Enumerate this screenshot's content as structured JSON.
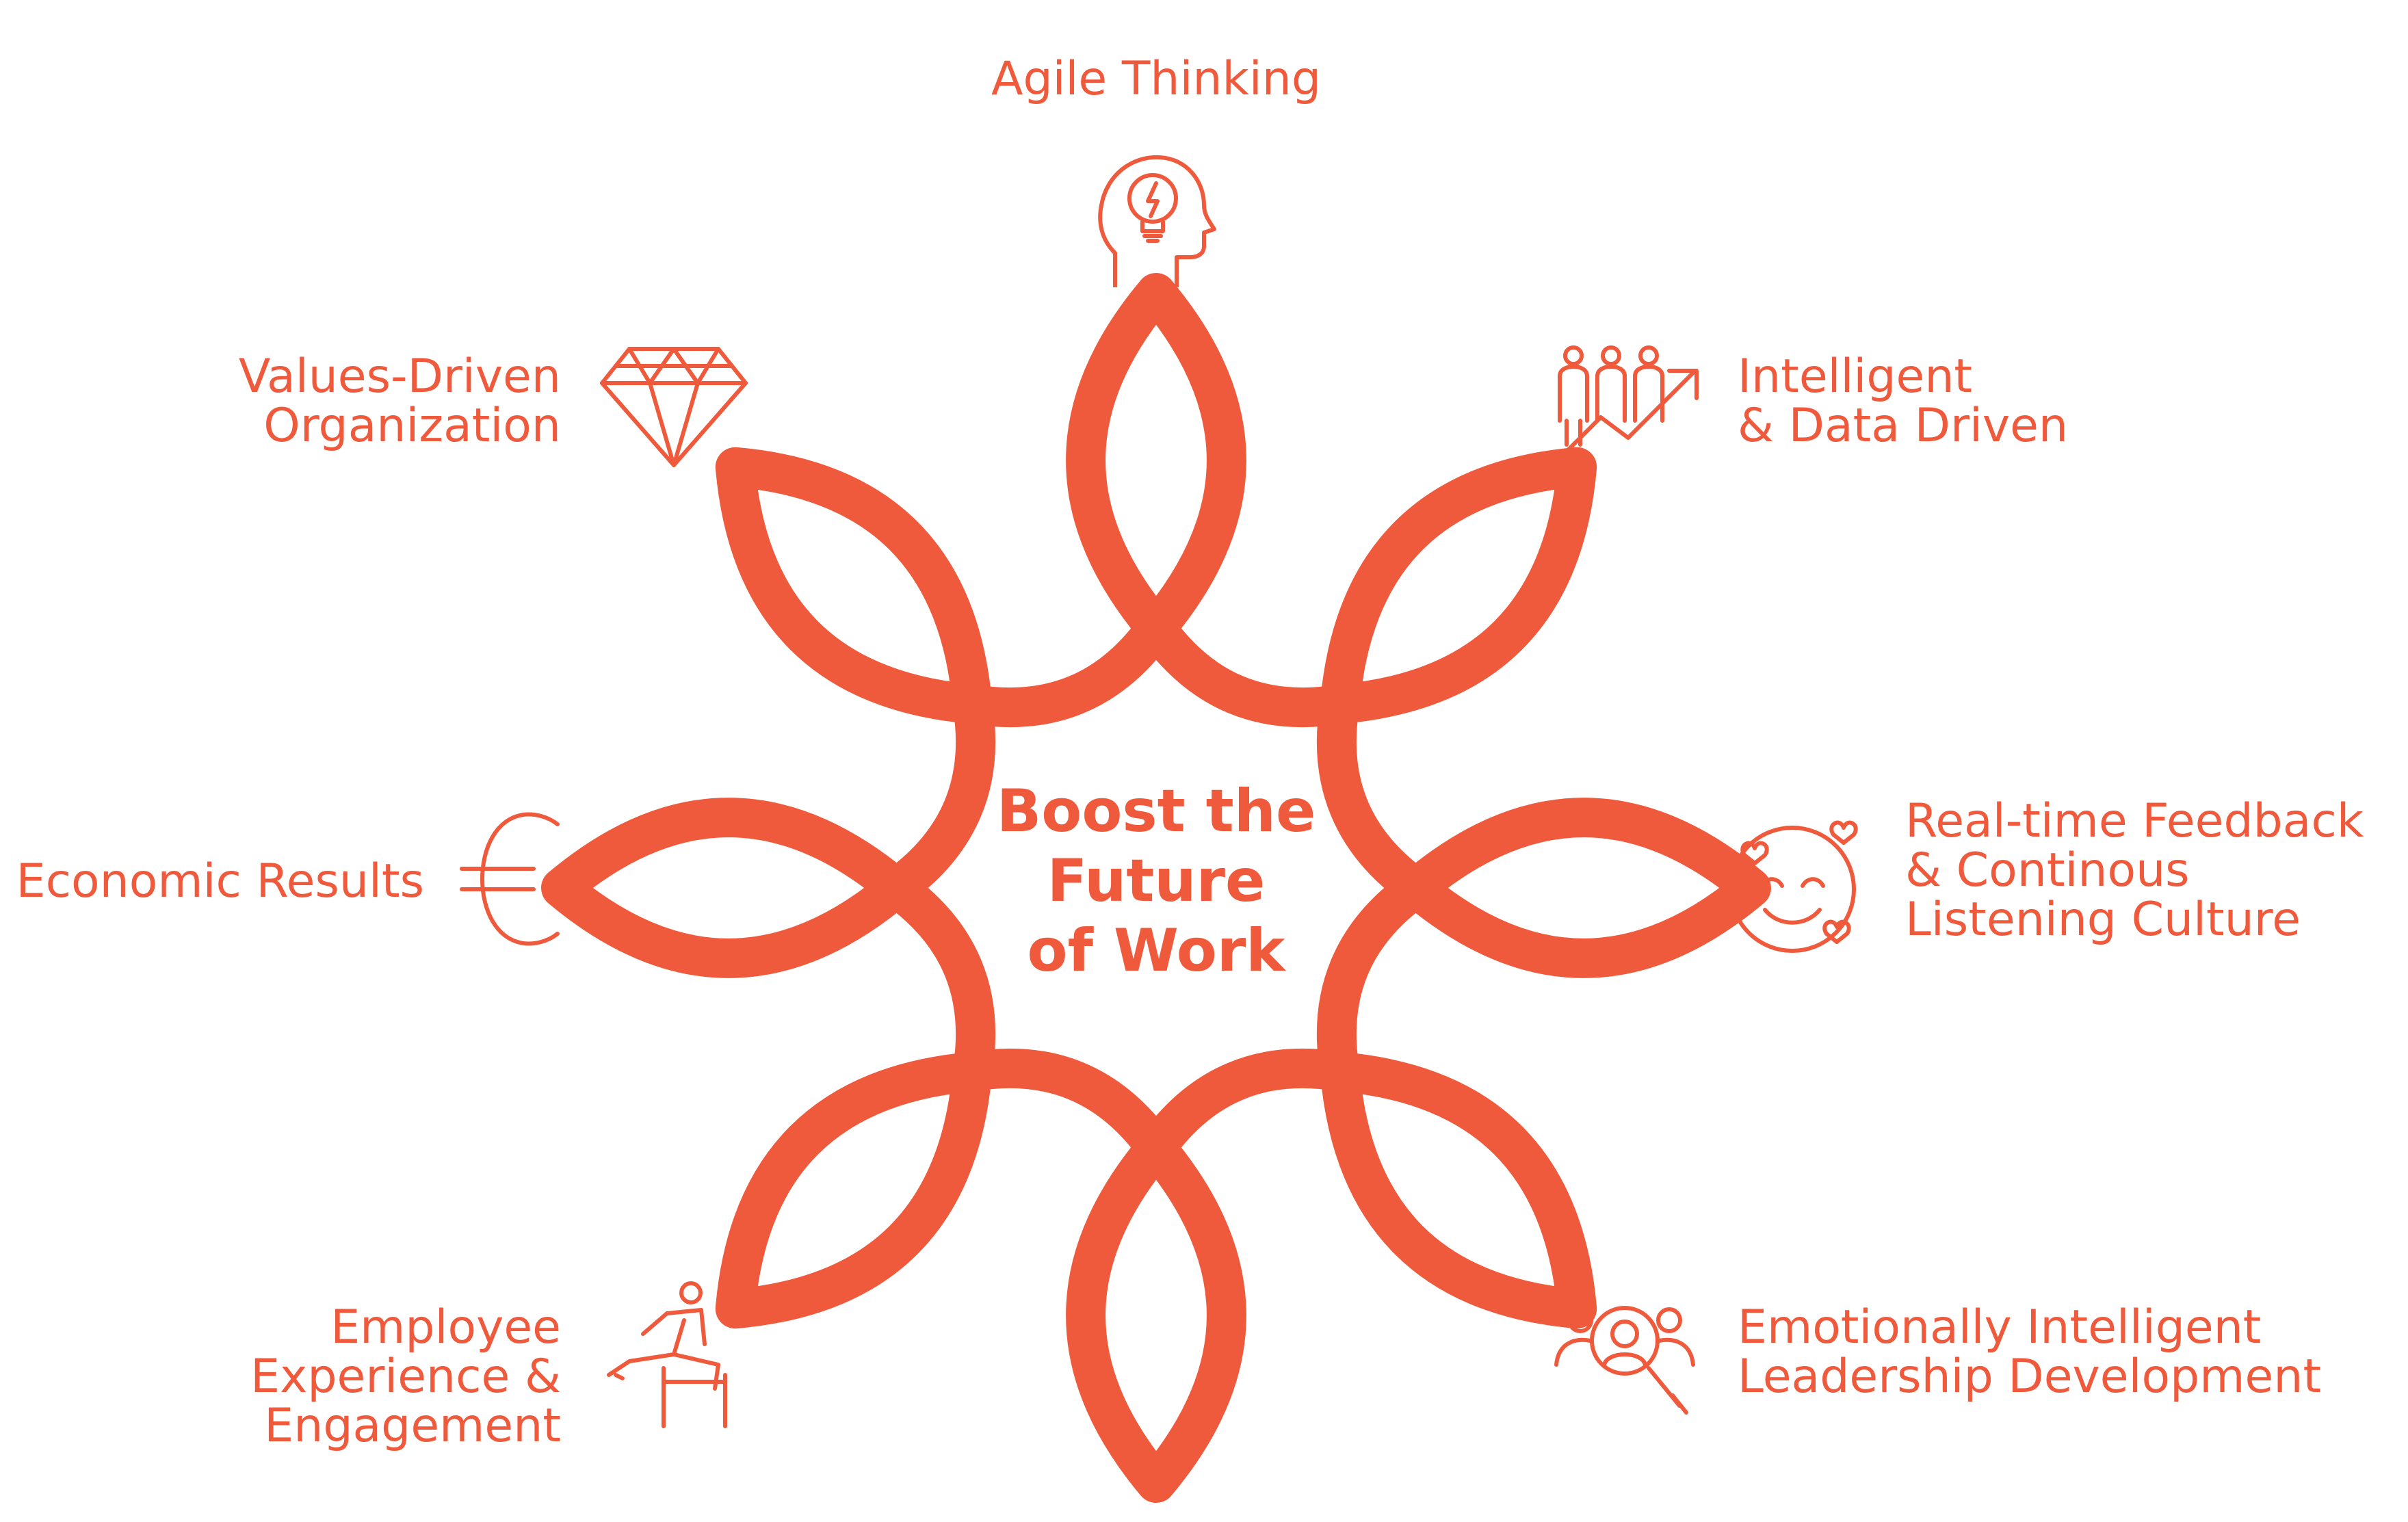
{
  "center": {
    "line1": "Boost the",
    "line2": "Future",
    "line3": "of Work"
  },
  "colors": {
    "accent": "#F05A3C",
    "background": "#FFFFFF"
  },
  "items": [
    {
      "id": "agile",
      "icon": "head-lightbulb-icon",
      "lines": [
        "Agile Thinking"
      ]
    },
    {
      "id": "intelligent",
      "icon": "people-growth-arrow-icon",
      "lines": [
        "Intelligent",
        "& Data Driven"
      ]
    },
    {
      "id": "feedback",
      "icon": "smiling-face-hearts-icon",
      "lines": [
        "Real-time Feedback",
        "& Continous",
        "Listening Culture"
      ]
    },
    {
      "id": "leadership",
      "icon": "people-search-icon",
      "lines": [
        "Emotionally Intelligent",
        "Leadership Development"
      ]
    },
    {
      "id": "employee",
      "icon": "hurdle-runner-icon",
      "lines": [
        "Employee",
        "Experience &",
        "Engagement"
      ]
    },
    {
      "id": "economic",
      "icon": "euro-icon",
      "lines": [
        "Economic Results"
      ]
    },
    {
      "id": "values",
      "icon": "diamond-icon",
      "lines": [
        "Values-Driven",
        "Organization"
      ]
    }
  ]
}
